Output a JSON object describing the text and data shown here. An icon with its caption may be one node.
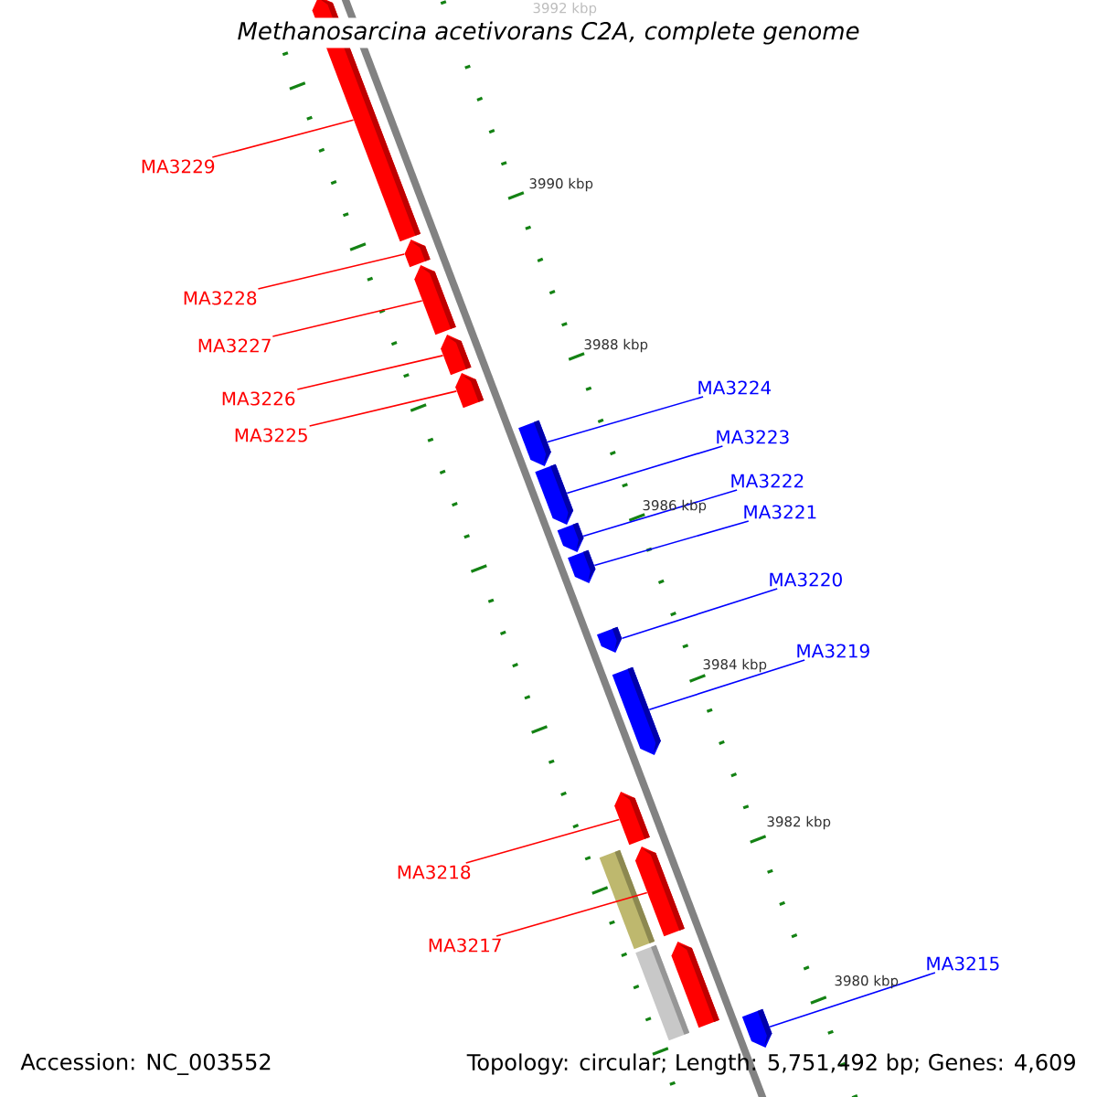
{
  "diagram": {
    "title": "Methanosarcina acetivorans C2A, complete genome",
    "nodes": [
      {
        "text": [
          "MA3229"
        ]
      },
      {
        "text": [
          "MA3228"
        ]
      },
      {
        "text": [
          "MA3227"
        ]
      },
      {
        "text": [
          "MA3224"
        ]
      },
      {
        "text": [
          "MA3226"
        ]
      },
      {
        "text": [
          "MA3225"
        ]
      },
      {
        "text": [
          "MA3223"
        ]
      },
      {
        "text": [
          "MA3222"
        ]
      },
      {
        "text": [
          "MA3221"
        ]
      },
      {
        "text": [
          "MA3220"
        ]
      },
      {
        "text": [
          "MA3219"
        ]
      },
      {
        "text": [
          "MA3218"
        ]
      },
      {
        "text": [
          "MA3217"
        ]
      },
      {
        "text": [
          "MA3215"
        ]
      },
      {
        "text": [],
        "shape": "pentagon"
      },
      {
        "text": [],
        "shape": "pentagon"
      },
      {
        "text": [],
        "shape": "pentagon"
      },
      {
        "text": [],
        "shape": "pentagon"
      },
      {
        "text": [],
        "shape": "pentagon"
      },
      {
        "text": [],
        "shape": "pentagon"
      },
      {
        "text": [],
        "shape": "pentagon"
      },
      {
        "text": [],
        "shape": "pentagon"
      },
      {
        "text": [],
        "shape": "pentagon"
      },
      {
        "text": [],
        "shape": "pentagon"
      },
      {
        "text": [],
        "shape": "pentagon"
      },
      {
        "text": [],
        "shape": "pentagon"
      },
      {
        "text": [],
        "shape": "pentagon"
      },
      {
        "text": [],
        "shape": "box"
      },
      {
        "text": [],
        "shape": "pentagon"
      },
      {
        "text": [],
        "shape": "box"
      },
      {
        "text": [],
        "shape": "pentagon"
      }
    ],
    "edges": [
      {
        "from": 0,
        "to": 14,
        "arrow": "none",
        "color": "#ff0000"
      },
      {
        "from": 1,
        "to": 15,
        "arrow": "none",
        "color": "#ff0000"
      },
      {
        "from": 2,
        "to": 16,
        "arrow": "none",
        "color": "#ff0000"
      },
      {
        "from": 3,
        "to": 19,
        "arrow": "none",
        "color": "#0000ff"
      },
      {
        "from": 4,
        "to": 17,
        "arrow": "none",
        "color": "#ff0000"
      },
      {
        "from": 5,
        "to": 18,
        "arrow": "none",
        "color": "#ff0000"
      },
      {
        "from": 6,
        "to": 20,
        "arrow": "none",
        "color": "#0000ff"
      },
      {
        "from": 7,
        "to": 21,
        "arrow": "none",
        "color": "#0000ff"
      },
      {
        "from": 8,
        "to": 22,
        "arrow": "none",
        "color": "#0000ff"
      },
      {
        "from": 9,
        "to": 23,
        "arrow": "none",
        "color": "#0000ff"
      },
      {
        "from": 10,
        "to": 24,
        "arrow": "none",
        "color": "#0000ff"
      },
      {
        "from": 11,
        "to": 25,
        "arrow": "none",
        "color": "#ff0000"
      },
      {
        "from": 12,
        "to": 26,
        "arrow": "none",
        "color": "#ff0000"
      },
      {
        "from": 13,
        "to": 30,
        "arrow": "none",
        "color": "#0000ff"
      }
    ],
    "labels": [
      "3992 kbp",
      "3990 kbp",
      "3988 kbp",
      "3986 kbp",
      "3984 kbp",
      "3982 kbp",
      "3980 kbp",
      "Accession: NC_003552",
      "Topology: circular; Length: 5,751,492 bp; Genes: 4,609"
    ]
  }
}
